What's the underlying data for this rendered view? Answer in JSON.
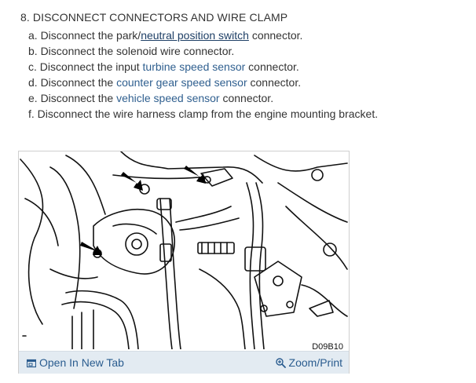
{
  "heading": "8. DISCONNECT CONNECTORS AND WIRE CLAMP",
  "steps": [
    {
      "prefix": "a. Disconnect the park/",
      "link": "neutral position switch",
      "suffix": " connector."
    },
    {
      "text": "b. Disconnect the solenoid wire connector."
    },
    {
      "prefix": "c. Disconnect the input ",
      "link": "turbine speed sensor",
      "suffix": " connector."
    },
    {
      "prefix": "d. Disconnect the ",
      "link": "counter gear speed sensor",
      "suffix": " connector."
    },
    {
      "prefix": "e. Disconnect the ",
      "link": "vehicle speed sensor",
      "suffix": " connector."
    },
    {
      "text": "f. Disconnect the wire harness clamp from the engine mounting bracket."
    }
  ],
  "figure": {
    "code": "D09B10",
    "open_label": "Open In New Tab",
    "zoom_label": "Zoom/Print",
    "open_icon": "new-tab-icon",
    "zoom_icon": "magnifier-icon"
  },
  "colors": {
    "link": "#2f5f8f",
    "caption_bg": "#e3ebf2"
  }
}
